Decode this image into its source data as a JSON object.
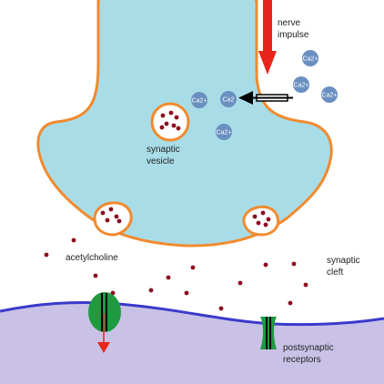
{
  "labels": {
    "nerve_impulse": [
      "nerve",
      "impulse"
    ],
    "synaptic_vesicle": [
      "synaptic",
      "vesicle"
    ],
    "acetylcholine": "acetylcholine",
    "synaptic_cleft": [
      "synaptic",
      "cleft"
    ],
    "postsynaptic_receptors": [
      "postsynaptic",
      "receptors"
    ]
  },
  "ion_label": "Ca2+",
  "ion_label_short": "Ca2",
  "colors": {
    "terminal_fill": "#a8dde8",
    "terminal_outline": "#f28a2e",
    "ion": "#6b8fc0",
    "dot": "#8b0a1e",
    "membrane": "#3a3acc",
    "postsynaptic_fill": "#c9c2e6",
    "receptor": "#1f9a40",
    "arrow_red": "#e8241c",
    "arrow_black": "#000000"
  }
}
